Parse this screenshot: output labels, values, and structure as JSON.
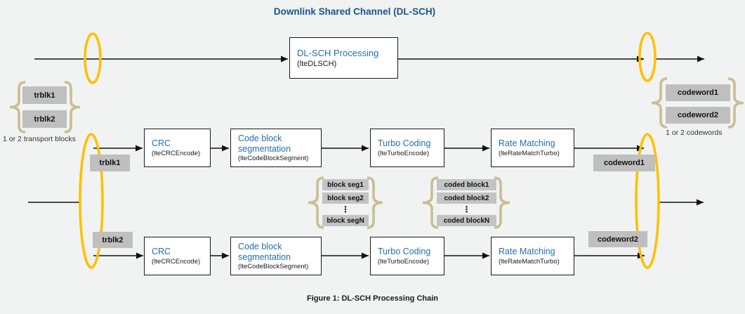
{
  "title": "Downlink Shared Channel (DL-SCH)",
  "caption": "Figure 1: DL-SCH Processing Chain",
  "colors": {
    "background": "#f1f2f2",
    "accent_yellow": "#ffc000",
    "brace_tan": "#c9be92",
    "label_gray": "#bfbfbf",
    "title_blue": "#17568c",
    "box_text_blue": "#2170af"
  },
  "top": {
    "box": {
      "title": "DL-SCH Processing",
      "subtitle": "(lteDLSCH)"
    }
  },
  "inputs": {
    "items": [
      "trblk1",
      "trblk2"
    ],
    "note": "1 or 2 transport blocks"
  },
  "outputs": {
    "items": [
      "codeword1",
      "codeword2"
    ],
    "note": "1 or 2 codewords"
  },
  "chains": [
    {
      "input_label": "trblk1",
      "output_label": "codeword1",
      "boxes": [
        {
          "title": "CRC",
          "subtitle": "(lteCRCEncode)"
        },
        {
          "title": "Code block segmentation",
          "subtitle": "(lteCodeBlockSegment)"
        },
        {
          "title": "Turbo Coding",
          "subtitle": "(lteTurboEncode)"
        },
        {
          "title": "Rate Matching",
          "subtitle": "(lteRateMatchTurbo)"
        }
      ]
    },
    {
      "input_label": "trblk2",
      "output_label": "codeword2",
      "boxes": [
        {
          "title": "CRC",
          "subtitle": "(lteCRCEncode)"
        },
        {
          "title": "Code block segmentation",
          "subtitle": "(lteCodeBlockSegment)"
        },
        {
          "title": "Turbo Coding",
          "subtitle": "(lteTurboEncode)"
        },
        {
          "title": "Rate Matching",
          "subtitle": "(lteRateMatchTurbo)"
        }
      ]
    }
  ],
  "intermediate": {
    "segments": {
      "items": [
        "block seg1",
        "block seg2",
        "block segN"
      ],
      "dots": "⋮"
    },
    "coded": {
      "items": [
        "coded block1",
        "coded block2",
        "coded blockN"
      ],
      "dots": "⋮"
    }
  }
}
